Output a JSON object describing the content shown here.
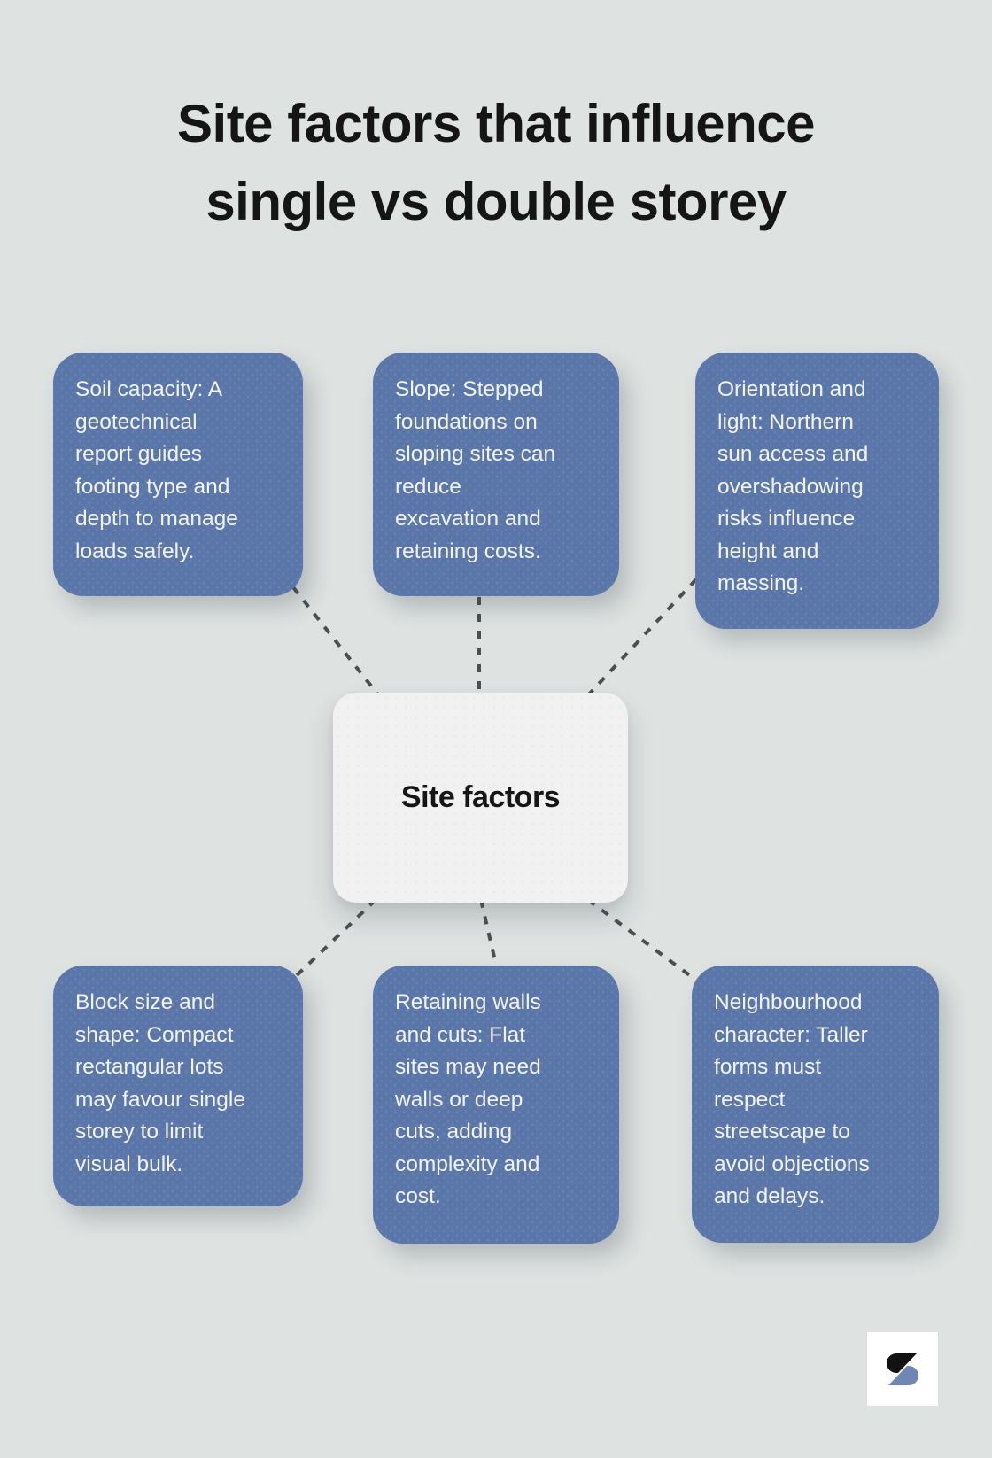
{
  "page": {
    "title": "Site factors that influence\nsingle vs double storey",
    "background_color": "#dee2e1",
    "title_color": "#151515"
  },
  "diagram": {
    "center": {
      "label": "Site factors"
    },
    "cards": [
      {
        "id": "soil-capacity",
        "text": "Soil capacity: A\ngeotechnical\nreport guides\nfooting type and\ndepth to manage\nloads safely."
      },
      {
        "id": "slope",
        "text": "Slope: Stepped\nfoundations on\nsloping sites can\nreduce\nexcavation and\nretaining costs."
      },
      {
        "id": "orientation-and-light",
        "text": "Orientation and\nlight: Northern\nsun access and\novershadowing\nrisks influence\nheight and\nmassing."
      },
      {
        "id": "block-size-and-shape",
        "text": "Block size and\nshape: Compact\nrectangular lots\nmay favour single\nstorey to limit\nvisual bulk."
      },
      {
        "id": "retaining-walls-and-cuts",
        "text": "Retaining walls\nand cuts: Flat\nsites may need\nwalls or deep\ncuts, adding\ncomplexity and\ncost."
      },
      {
        "id": "neighbourhood-character",
        "text": "Neighbourhood\ncharacter: Taller\nforms must\nrespect\nstreetscape to\navoid objections\nand delays."
      }
    ],
    "colors": {
      "card_background": "#5b76a9",
      "card_text": "#f2f4f9",
      "center_background": "#f0f1f0",
      "center_text": "#161616",
      "connector": "#4a4f4f"
    }
  },
  "logo": {
    "colors": {
      "dark": "#121212",
      "blue": "#7187b3",
      "background": "#ffffff"
    }
  }
}
